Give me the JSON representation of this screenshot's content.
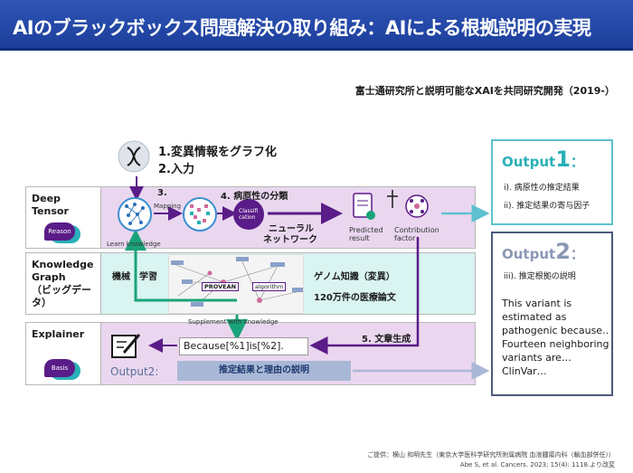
{
  "title": "AIのブラックボックス問題解決の取り組み：AIによる根拠説明の実現",
  "subtitle": "富士通研究所と説明可能なXAIを共同研究開発（2019-）",
  "steps": {
    "s1": "1.変異情報をグラフ化",
    "s2": "2.入力",
    "s3": "3.",
    "mapping": "Mapping",
    "s4": "4. 病原性の分類",
    "classification": "Classifi cation",
    "nn_line1": "ニューラル",
    "nn_line2": "ネットワーク",
    "learn": "Learn knowledge",
    "s5": "5. 文章生成",
    "supplement": "Supplement with knowledge"
  },
  "rows": {
    "deep_tensor": {
      "label": "Deep Tensor",
      "badge": "Reason"
    },
    "knowledge_graph": {
      "label_l1": "Knowledge",
      "label_l2": "Graph",
      "label_l3": "（ビッグデータ）",
      "badge": ""
    },
    "explainer": {
      "label": "Explainer",
      "badge": "Basis"
    }
  },
  "results": {
    "predicted_l1": "Predicted",
    "predicted_l2": "result",
    "contribution_l1": "Contribution",
    "contribution_l2": "factor"
  },
  "kg": {
    "machine": "機械　学習",
    "genome": "ゲノム知識（変異）",
    "papers": "120万件の医療論文",
    "node1": "PROVEAN",
    "node2": "algorithm"
  },
  "explainer": {
    "because": "Because[%1]is[%2].",
    "output2_label": "Output2:",
    "reason_box": "推定結果と理由の説明"
  },
  "output1": {
    "title": "Output",
    "num": "1",
    "colon": "：",
    "items": [
      "i). 病原性の推定結果",
      "ii). 推定結果の寄与因子"
    ]
  },
  "output2": {
    "title": "Output",
    "num": "2",
    "colon": "：",
    "item": "iii). 推定根拠の説明",
    "body": "This variant is estimated as pathogenic because.. Fourteen neighboring variants are… ClinVar…"
  },
  "credits": {
    "line1": "ご提供：横山 和明先生（東京大学医科学研究所附属病院 血液腫瘍内科（輸血部併任））",
    "line2": "Abe S, et al. Cancers. 2023; 15(4): 1118.より改変"
  },
  "colors": {
    "title_bg": "#1d3f9c",
    "row_purple": "#ead7ef",
    "row_teal": "#d9f4f1",
    "arrow_purple": "#5a1c88",
    "arrow_green": "#1aa37a",
    "output1_border": "#5ec1d0",
    "output2_border": "#4a5a7a"
  }
}
